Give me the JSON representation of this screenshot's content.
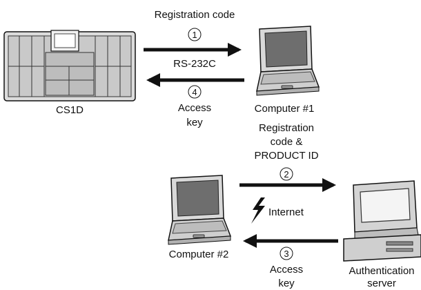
{
  "devices": {
    "console": {
      "label": "CS1D",
      "icon": "mixing-console-icon"
    },
    "computer1": {
      "label": "Computer #1",
      "icon": "laptop-icon"
    },
    "computer2": {
      "label": "Computer #2",
      "icon": "laptop-icon"
    },
    "server": {
      "label_line1": "Authentication",
      "label_line2": "server",
      "icon": "desktop-computer-icon"
    }
  },
  "steps": {
    "step1": {
      "number": "1",
      "label": "Registration code",
      "sublabel": "RS-232C"
    },
    "step2": {
      "number": "2",
      "label_line1": "Registration",
      "label_line2": "code &",
      "label_line3": "PRODUCT ID"
    },
    "step3": {
      "number": "3",
      "label_line1": "Access",
      "label_line2": "key"
    },
    "step4": {
      "number": "4",
      "label_line1": "Access",
      "label_line2": "key"
    }
  },
  "network": {
    "label": "Internet",
    "icon": "lightning-icon"
  },
  "colors": {
    "ink": "#111111",
    "gray": "#b8b8b8",
    "dark_gray": "#555555",
    "light": "#e6e6e6"
  }
}
